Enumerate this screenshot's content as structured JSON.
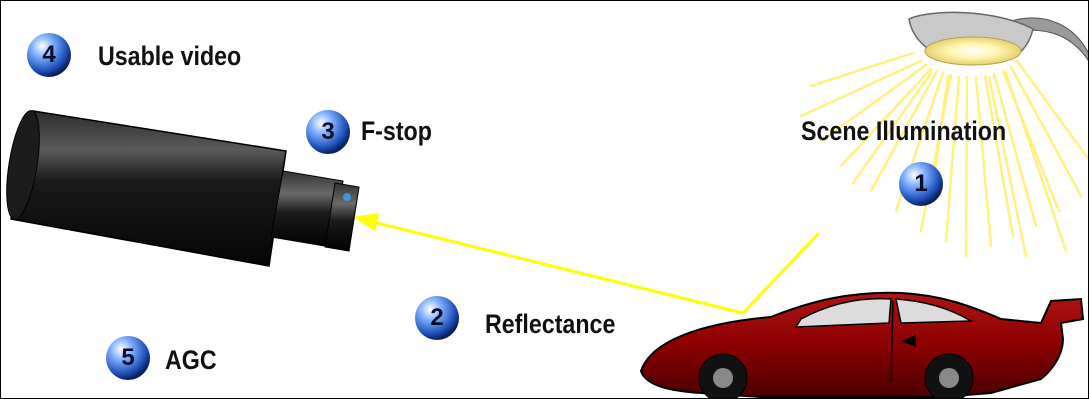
{
  "diagram": {
    "steps": [
      {
        "number": "1",
        "label": "Scene Illumination"
      },
      {
        "number": "2",
        "label": "Reflectance"
      },
      {
        "number": "3",
        "label": "F-stop"
      },
      {
        "number": "4",
        "label": "Usable video"
      },
      {
        "number": "5",
        "label": "AGC"
      }
    ],
    "colors": {
      "light_ray": "#fff07a",
      "reflection_arrow": "#ffff00",
      "car_body": "#8b0000",
      "camera_body": "#111111",
      "badge_blue": "#2a5fc8",
      "lamp": "#bfbfbf"
    },
    "icons": {
      "camera": "camera-icon",
      "street_lamp": "street-lamp-icon",
      "car": "sports-car-icon",
      "badge": "numbered-sphere-icon"
    }
  }
}
